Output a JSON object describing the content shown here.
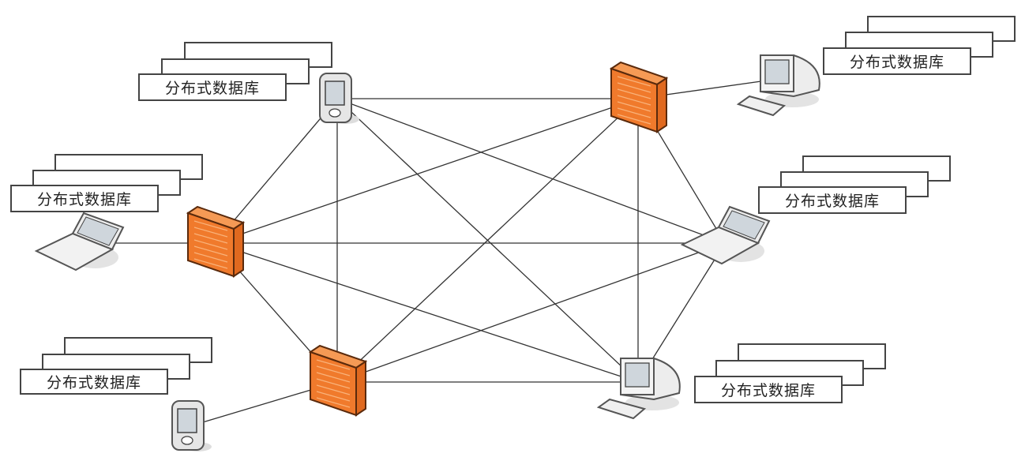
{
  "diagram": {
    "title": "",
    "label_text": "分布式数据库",
    "colors": {
      "line": "#333333",
      "firewall_front": "#f07a2c",
      "firewall_side": "#e0691f",
      "firewall_top": "#f59a55",
      "firewall_edge": "#5a2a0c",
      "device_body": "#e6e6e6",
      "device_edge": "#555555",
      "screen": "#cfd6dc"
    },
    "core_nodes": [
      {
        "id": "n1",
        "type": "pda",
        "name": "pda-top"
      },
      {
        "id": "n2",
        "type": "firewall",
        "name": "firewall-top-right"
      },
      {
        "id": "n3",
        "type": "firewall",
        "name": "firewall-left"
      },
      {
        "id": "n4",
        "type": "laptop",
        "name": "laptop-right"
      },
      {
        "id": "n5",
        "type": "firewall",
        "name": "firewall-bottom-left"
      },
      {
        "id": "n6",
        "type": "desktop",
        "name": "desktop-bottom-right"
      }
    ],
    "peripheral_nodes": [
      {
        "id": "p1",
        "type": "desktop",
        "name": "desktop-top-right",
        "connects_to": "n2"
      },
      {
        "id": "p2",
        "type": "laptop",
        "name": "laptop-left",
        "connects_to": "n3"
      },
      {
        "id": "p3",
        "type": "pda",
        "name": "pda-bottom-left",
        "connects_to": "n5"
      }
    ],
    "edges": [
      [
        "n1",
        "n2"
      ],
      [
        "n1",
        "n3"
      ],
      [
        "n1",
        "n4"
      ],
      [
        "n1",
        "n5"
      ],
      [
        "n1",
        "n6"
      ],
      [
        "n2",
        "n3"
      ],
      [
        "n2",
        "n4"
      ],
      [
        "n2",
        "n5"
      ],
      [
        "n2",
        "n6"
      ],
      [
        "n3",
        "n4"
      ],
      [
        "n3",
        "n5"
      ],
      [
        "n3",
        "n6"
      ],
      [
        "n4",
        "n5"
      ],
      [
        "n4",
        "n6"
      ],
      [
        "n5",
        "n6"
      ],
      [
        "p1",
        "n2"
      ],
      [
        "p2",
        "n3"
      ],
      [
        "p3",
        "n5"
      ]
    ],
    "database_labels": [
      {
        "id": "db1",
        "text": "分布式数据库",
        "near": "n1"
      },
      {
        "id": "db2",
        "text": "分布式数据库",
        "near": "p1"
      },
      {
        "id": "db3",
        "text": "分布式数据库",
        "near": "p2"
      },
      {
        "id": "db4",
        "text": "分布式数据库",
        "near": "n4"
      },
      {
        "id": "db5",
        "text": "分布式数据库",
        "near": "p3"
      },
      {
        "id": "db6",
        "text": "分布式数据库",
        "near": "n6"
      }
    ]
  }
}
